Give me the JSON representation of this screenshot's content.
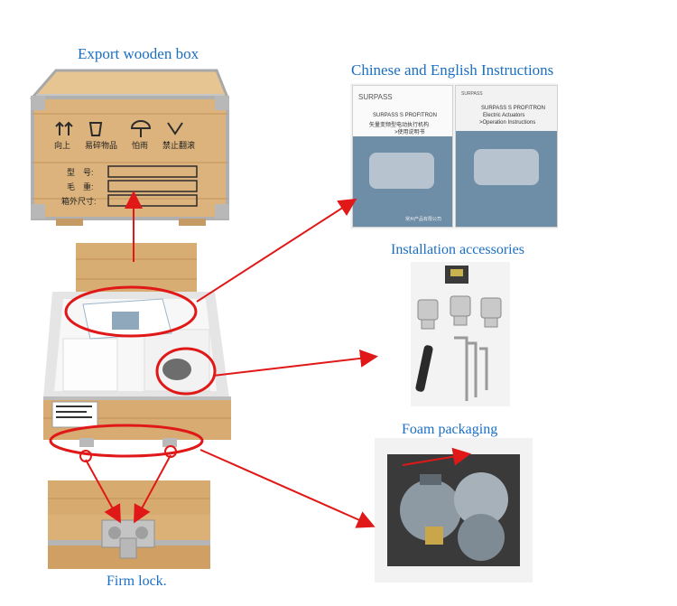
{
  "captions": {
    "export_box": "Export wooden box",
    "instructions": "Chinese and English Instructions",
    "accessories": "Installation accessories",
    "foam": "Foam packaging",
    "lock": "Firm lock."
  },
  "crate_markings": {
    "icons": [
      "向上",
      "易碎物品",
      "怕雨",
      "禁止翻滚"
    ],
    "fields": [
      "型　号:",
      "毛　重:",
      "箱外尺寸:"
    ]
  },
  "manual_cn": {
    "brand": "SURPASS",
    "title": "SURPASS S PROFITRON",
    "subtitle": "矢量变频型电动执行机构",
    "doc": ">使用说明书",
    "footer": "常州产品有限公司"
  },
  "manual_en": {
    "brand": "SURPASS",
    "title": "SURPASS S PROFITRON",
    "line1": "Electric Actuators",
    "line2": ">Operation Instructions"
  },
  "colors": {
    "caption": "#1a6fc2",
    "arrow": "#e01818",
    "wood": "#d9b07a"
  }
}
